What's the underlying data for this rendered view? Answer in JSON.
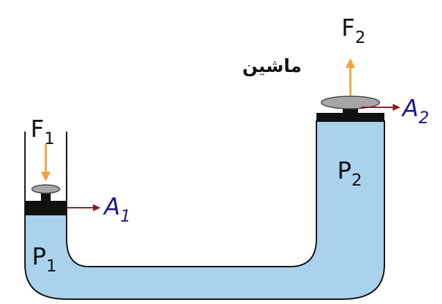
{
  "labels": {
    "small_piston": {
      "force": "F",
      "force_index": "1",
      "area": "A",
      "area_index": "1",
      "pressure": "P",
      "pressure_index": "1"
    },
    "large_piston": {
      "force": "F",
      "force_index": "2",
      "area": "A",
      "area_index": "2",
      "pressure": "P",
      "pressure_index": "2"
    },
    "load_label": "ماشین"
  },
  "colors": {
    "fluid": "#a9d2ec",
    "outline": "#111111",
    "piston_plate": "#111111",
    "piston_cap": "#a6a6a6",
    "force_arrow": "#f0a23a",
    "area_arrow": "#8b1c1c",
    "area_text": "#1a1a8c"
  }
}
